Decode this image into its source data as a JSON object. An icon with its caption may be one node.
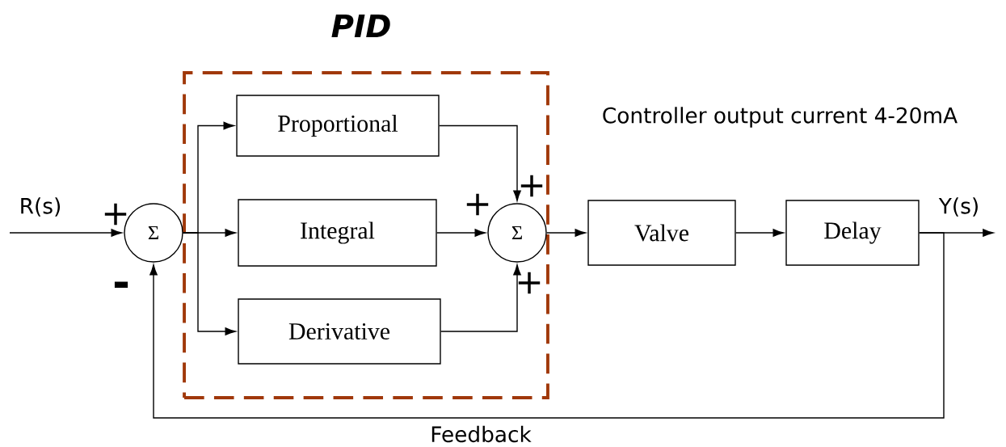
{
  "diagram": {
    "nodes": [
      {
        "text": [
          "PID"
        ]
      },
      {
        "text": [
          "Σ"
        ]
      },
      {
        "text": [
          "Proportional"
        ],
        "in": 0
      },
      {
        "text": [
          "Integral"
        ],
        "in": 0
      },
      {
        "text": [
          "Derivative"
        ],
        "in": 0
      },
      {
        "text": [
          "Σ"
        ],
        "in": 0
      },
      {
        "text": [
          "Valve"
        ]
      },
      {
        "text": [
          "Delay"
        ]
      }
    ],
    "edges": [
      {
        "from": null,
        "to": 1,
        "arrow": "to",
        "label": "R(s)"
      },
      {
        "from": 1,
        "to": 2,
        "arrow": "to"
      },
      {
        "from": 1,
        "to": 3,
        "arrow": "to"
      },
      {
        "from": 1,
        "to": 4,
        "arrow": "to"
      },
      {
        "from": 2,
        "to": 5,
        "arrow": "to"
      },
      {
        "from": 3,
        "to": 5,
        "arrow": "to"
      },
      {
        "from": 4,
        "to": 5,
        "arrow": "to"
      },
      {
        "from": 5,
        "to": 6,
        "arrow": "to"
      },
      {
        "from": 6,
        "to": 7,
        "arrow": "to"
      },
      {
        "from": 7,
        "to": null,
        "arrow": "to",
        "label": "Y(s)"
      },
      {
        "from": 7,
        "to": 1,
        "arrow": "to",
        "label": "Feedback"
      }
    ],
    "labels": [
      "Controller output current 4-20mA",
      "+",
      "+",
      "+",
      "+",
      "-"
    ]
  }
}
